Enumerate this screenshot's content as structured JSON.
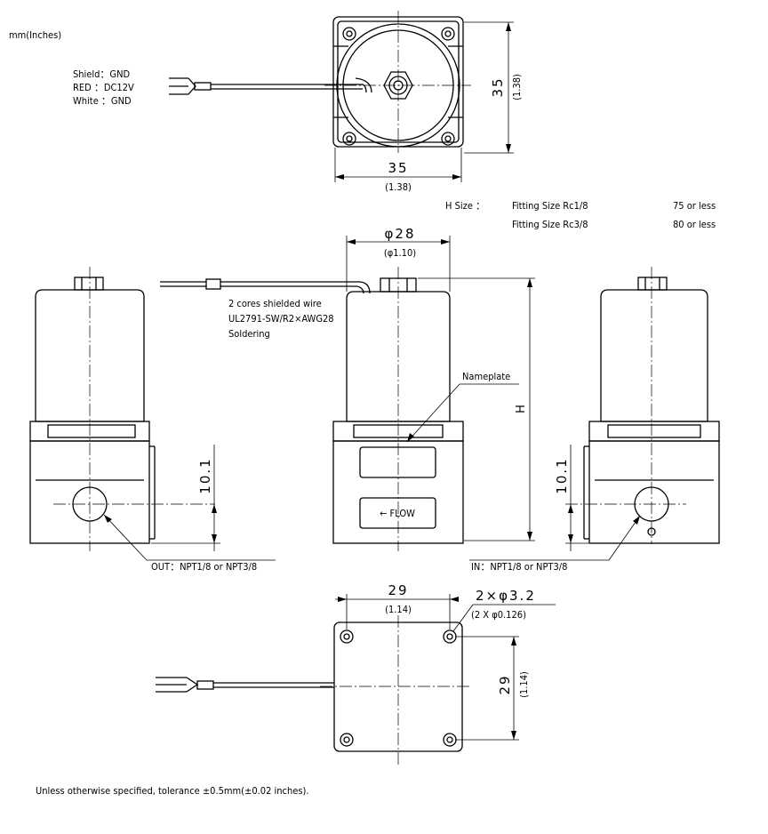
{
  "units_label": "mm(Inches)",
  "wire_legend": {
    "row1": "Shield：GND",
    "row2": "RED   ：DC12V",
    "row3": "White ：GND"
  },
  "top_view": {
    "dim_vertical": "35",
    "dim_vertical_in": "(1.38)",
    "dim_horizontal": "35",
    "dim_horizontal_in": "(1.38)"
  },
  "h_size": {
    "label": "H Size ：",
    "rows": [
      {
        "fitting": "Fitting Size Rc1/8",
        "value": "75 or less"
      },
      {
        "fitting": "Fitting Size Rc3/8",
        "value": "80 or less"
      }
    ]
  },
  "front_view": {
    "dia": "φ28",
    "dia_in": "(φ1.10)",
    "wire_note_1": "2 cores shielded wire",
    "wire_note_2": "UL2791-SW/R2×AWG28",
    "wire_note_3": "Soldering",
    "nameplate": "Nameplate",
    "flow": "← FLOW",
    "height": "H"
  },
  "left_view": {
    "dim": "10.1",
    "port_label": "OUT：NPT1/8 or NPT3/8"
  },
  "right_view": {
    "dim": "10.1",
    "port_label": "IN：NPT1/8 or NPT3/8"
  },
  "bottom_view": {
    "dim_horizontal": "29",
    "dim_horizontal_in": "(1.14)",
    "holes": "2×φ3.2",
    "holes_in": "(2 X φ0.126)",
    "dim_vertical": "29",
    "dim_vertical_in": "(1.14)"
  },
  "footnote": "Unless otherwise specified, tolerance ±0.5mm(±0.02 inches)."
}
